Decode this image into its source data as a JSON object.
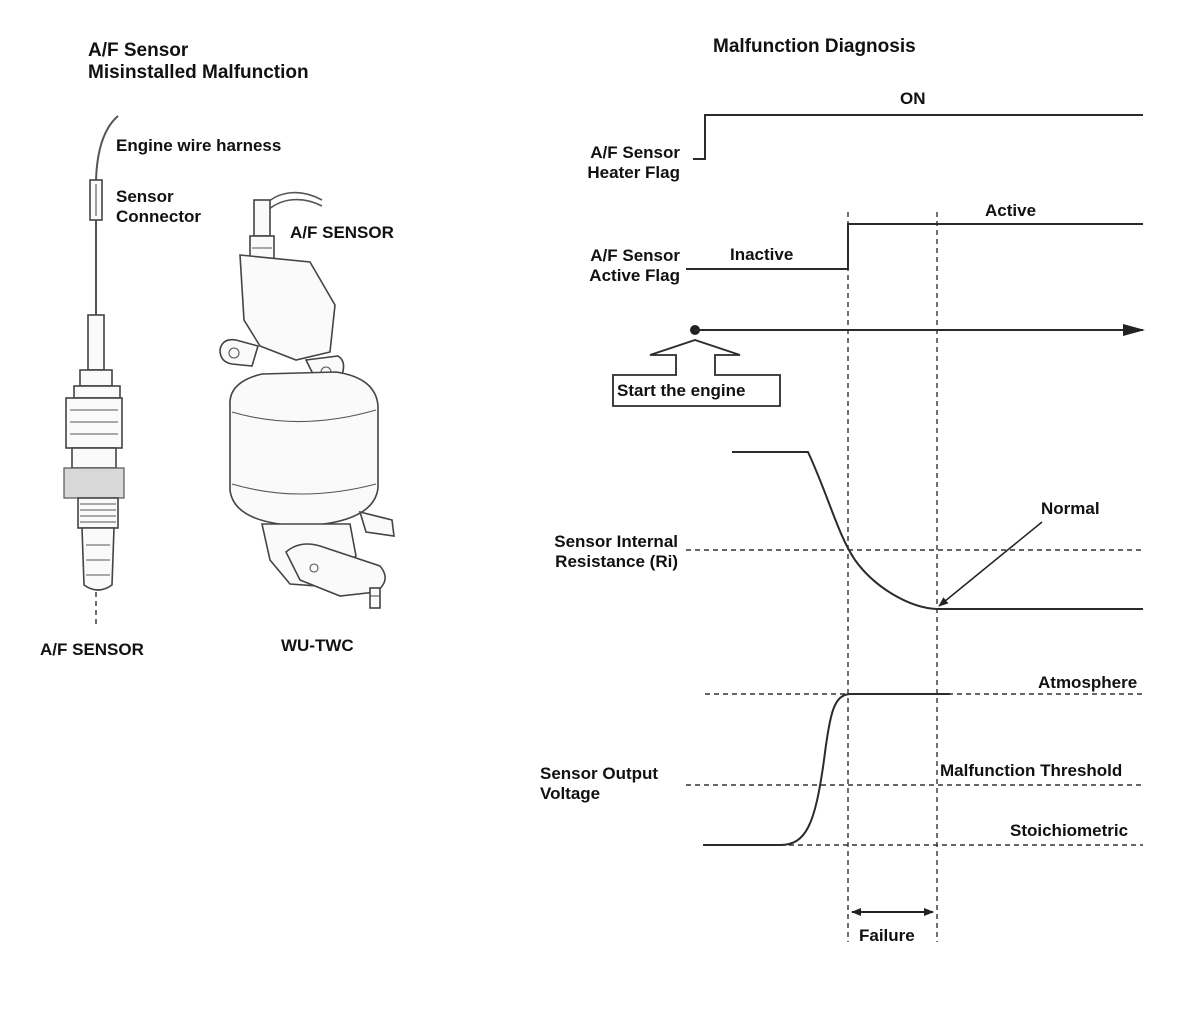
{
  "left_title": [
    "A/F Sensor",
    "Misinstalled Malfunction"
  ],
  "right_title": "Malfunction Diagnosis",
  "left_labels": {
    "engine_wire_harness": "Engine wire harness",
    "sensor_connector": [
      "Sensor",
      "Connector"
    ],
    "af_sensor_on_twc": "A/F SENSOR",
    "af_sensor_bottom": "A/F SENSOR",
    "wu_twc": "WU-TWC"
  },
  "signals": {
    "heater_flag": [
      "A/F Sensor",
      "Heater Flag"
    ],
    "heater_state": "ON",
    "active_flag": [
      "A/F Sensor",
      "Active Flag"
    ],
    "inactive_state": "Inactive",
    "active_state": "Active",
    "start_engine": "Start the engine",
    "resistance": [
      "Sensor Internal",
      "Resistance (Ri)"
    ],
    "normal": "Normal",
    "output_voltage": [
      "Sensor Output",
      "Voltage"
    ],
    "atmosphere": "Atmosphere",
    "malfunction_threshold": "Malfunction Threshold",
    "stoichiometric": "Stoichiometric",
    "failure": "Failure"
  },
  "colors": {
    "line": "#2b2b2b",
    "text": "#111111",
    "background": "#ffffff"
  }
}
